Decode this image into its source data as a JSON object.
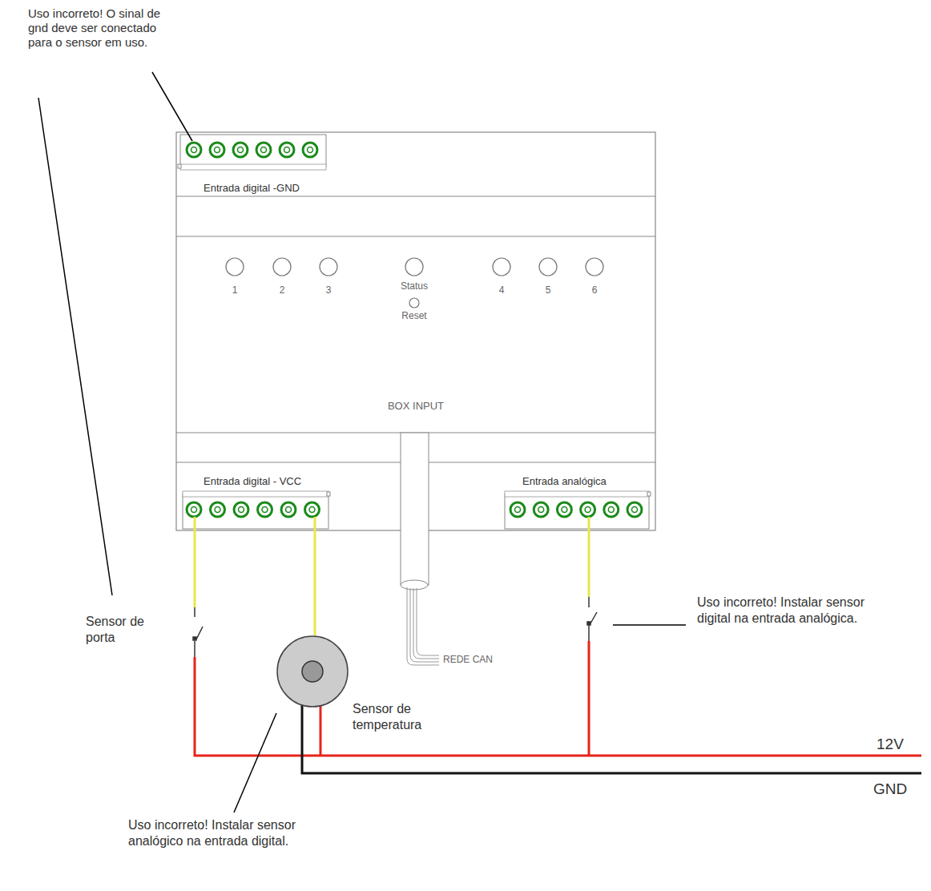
{
  "diagram": {
    "nodes": [
      {
        "text": [
          "BOX INPUT"
        ]
      },
      {
        "text": [
          "Entrada digital -GND"
        ],
        "in": 0
      },
      {
        "text": [
          "Entrada digital - VCC"
        ],
        "in": 0
      },
      {
        "text": [
          "Entrada analógica"
        ],
        "in": 0
      },
      {
        "text": [
          "Sensor de temperatura"
        ]
      }
    ],
    "edges": [
      {
        "from": 4,
        "to": 2,
        "arrow": "none"
      }
    ],
    "labels": [
      "Uso incorreto! O sinal de gnd deve ser conectado para o sensor em uso.",
      "Sensor de porta",
      "1",
      "2",
      "3",
      "Status",
      "Reset",
      "4",
      "5",
      "6",
      "REDE CAN",
      "Uso incorreto! Instalar sensor digital na entrada analógica.",
      "12V",
      "GND",
      "Uso incorreto! Instalar sensor analógico na entrada digital."
    ]
  }
}
